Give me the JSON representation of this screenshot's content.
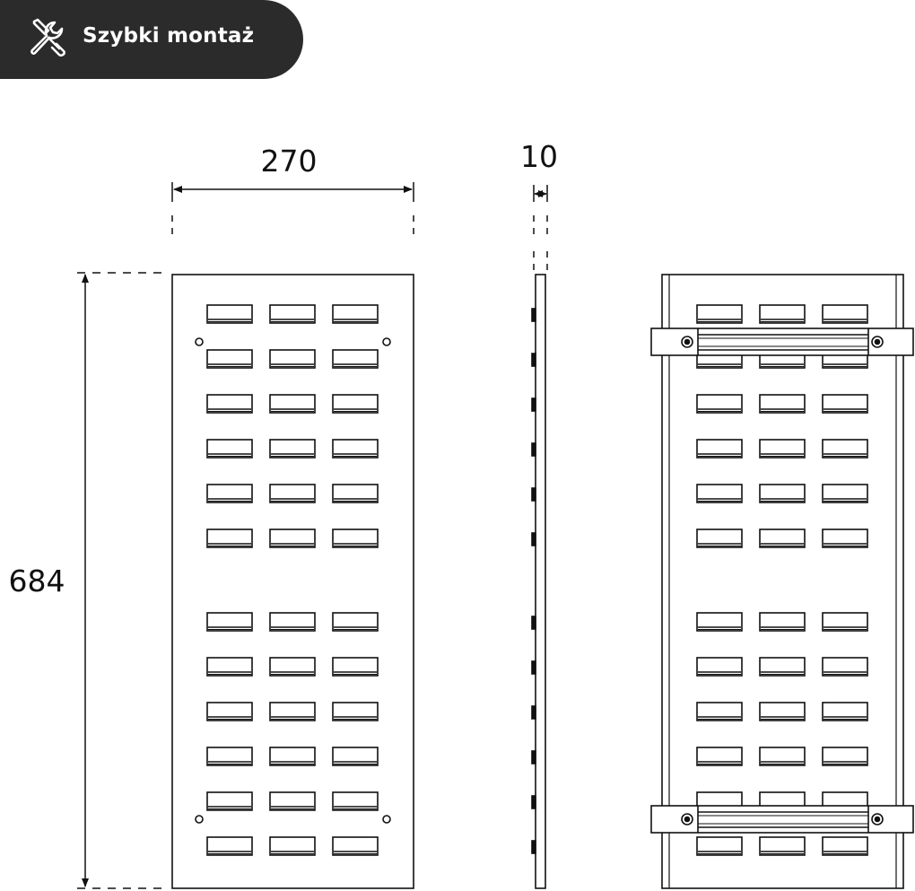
{
  "badge": {
    "label": "Szybki montaż",
    "icon": "tools-icon",
    "background": "#2b2b2b",
    "text_color": "#ffffff"
  },
  "dimensions": {
    "width_label": "270",
    "depth_label": "10",
    "height_label": "684"
  },
  "colors": {
    "line": "#111111"
  },
  "panel": {
    "slot_columns": 3,
    "upper_slot_rows": 6,
    "lower_slot_rows": 6
  }
}
